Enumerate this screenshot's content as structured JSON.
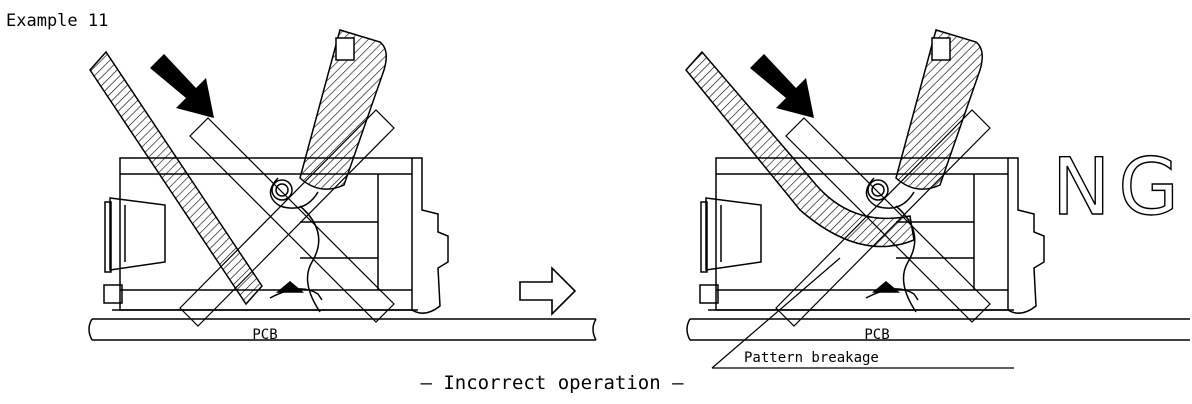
{
  "title": "Example 11",
  "left_figure": {
    "pcb_label": "PCB"
  },
  "right_figure": {
    "pcb_label": "PCB"
  },
  "verdict": "NG",
  "callout": "Pattern breakage",
  "caption": "– Incorrect operation –",
  "colors": {
    "ink": "#000000",
    "paper": "#ffffff"
  },
  "icons": [
    "push-arrow-icon",
    "right-arrow-icon",
    "cross-mark-icon"
  ]
}
